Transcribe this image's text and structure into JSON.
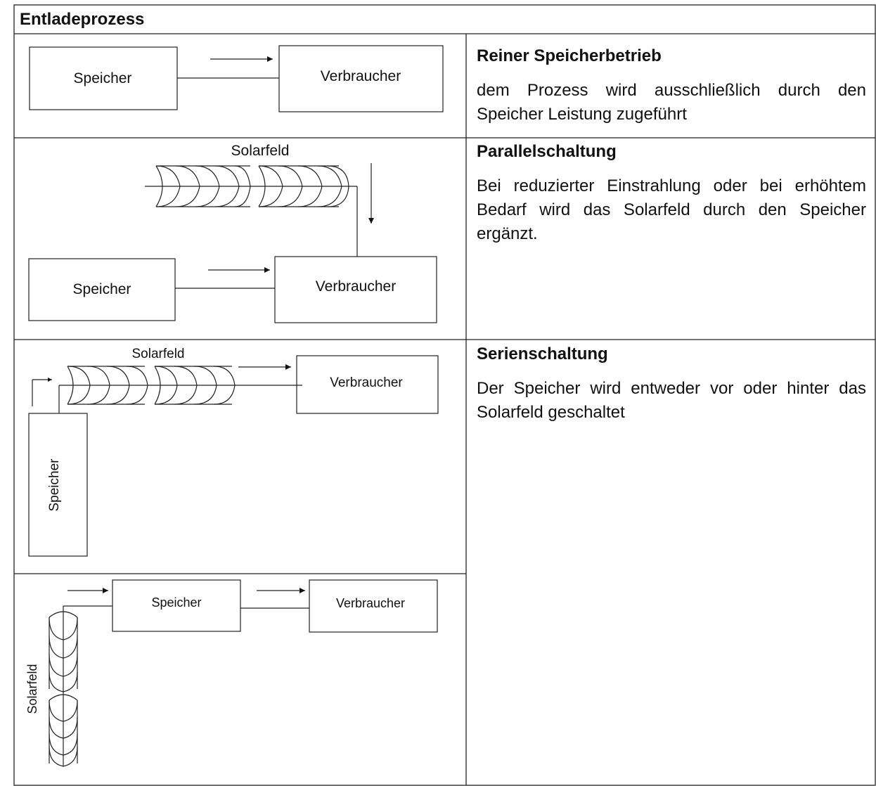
{
  "table": {
    "title": "Entladeprozess"
  },
  "rows": [
    {
      "heading": "Reiner Speicherbetrieb",
      "text": "dem Prozess wird ausschließlich durch den Speicher Leistung zugeführt",
      "diagram": {
        "storage": "Speicher",
        "consumer": "Verbraucher"
      }
    },
    {
      "heading": "Parallelschaltung",
      "text": "Bei reduzierter Einstrahlung oder bei er­höhtem Bedarf wird das Solarfeld durch den Speicher ergänzt.",
      "diagram": {
        "field": "Solarfeld",
        "storage": "Speicher",
        "consumer": "Verbraucher"
      }
    },
    {
      "heading": "Serienschaltung",
      "text": "Der Speicher wird entweder vor oder hin­ter das Solarfeld geschaltet",
      "diagram_a": {
        "field": "Solarfeld",
        "storage": "Speicher",
        "consumer": "Verbraucher"
      },
      "diagram_b": {
        "field": "Solarfeld",
        "storage": "Speicher",
        "consumer": "Verbraucher"
      }
    }
  ]
}
